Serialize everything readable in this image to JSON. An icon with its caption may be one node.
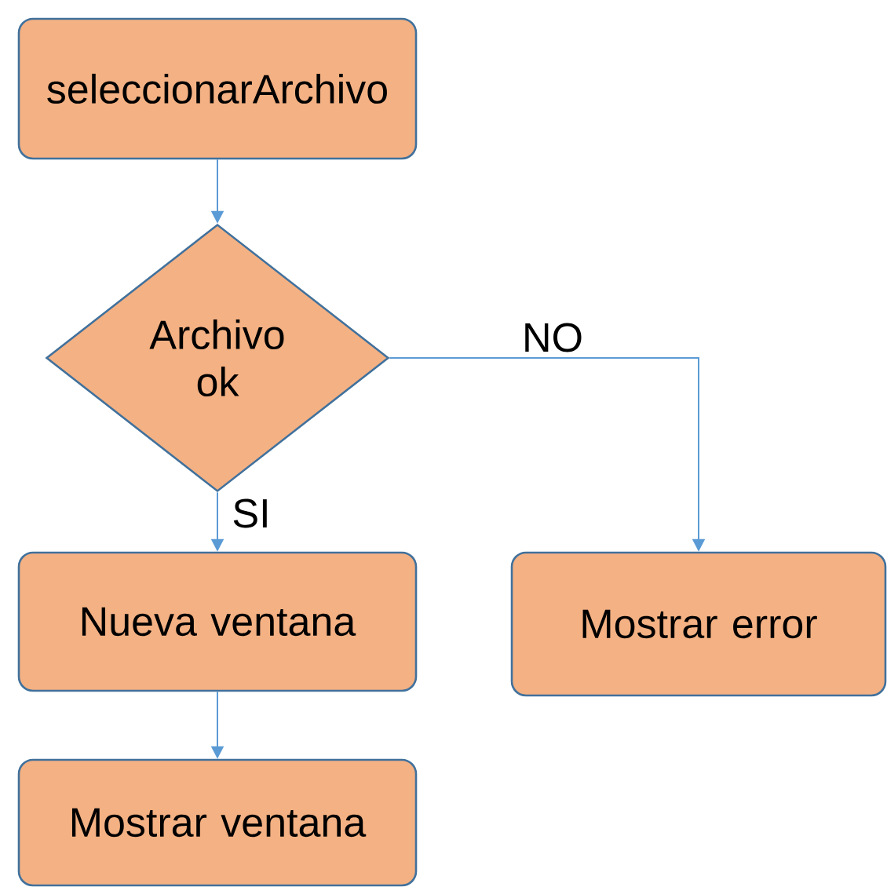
{
  "diagram": {
    "nodes": [
      {
        "text": [
          "seleccionarArchivo"
        ]
      },
      {
        "text": [
          "Archivo ok"
        ]
      },
      {
        "text": [
          "Nueva ventana"
        ]
      },
      {
        "text": [
          "Mostrar error"
        ]
      },
      {
        "text": [
          "Mostrar ventana"
        ]
      }
    ],
    "edges": [
      {
        "from": 0,
        "to": 1,
        "arrow": "to"
      },
      {
        "from": 1,
        "to": 2,
        "arrow": "to",
        "label": "SI"
      },
      {
        "from": 1,
        "to": 3,
        "arrow": "to",
        "label": "NO"
      },
      {
        "from": 2,
        "to": 4,
        "arrow": "to"
      }
    ]
  }
}
